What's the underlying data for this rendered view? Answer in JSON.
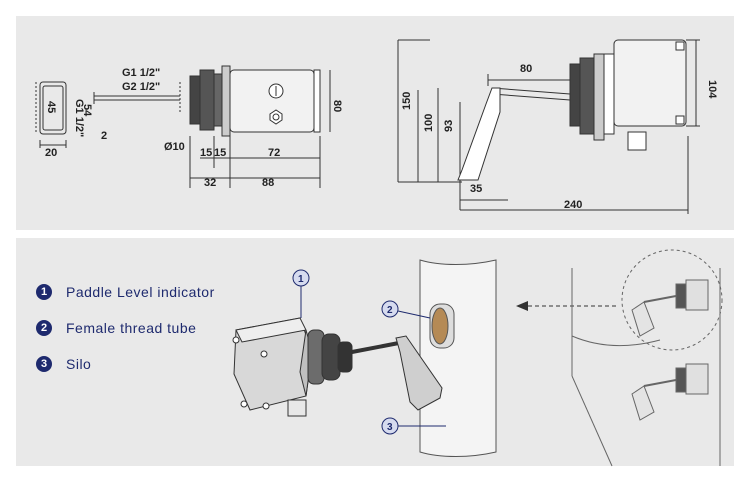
{
  "top_drawing": {
    "dims_left": {
      "g1": "G1 1/2\"",
      "g2": "G2 1/2\"",
      "d45": "45",
      "d54": "54",
      "g1_vert": "G1 1/2\"",
      "d20": "20",
      "d2": "2",
      "d10": "Ø10",
      "d15a": "15",
      "d15b": "15",
      "d72": "72",
      "d32": "32",
      "d88": "88",
      "d80": "80"
    },
    "dims_right": {
      "d80": "80",
      "d104": "104",
      "d150": "150",
      "d100": "100",
      "d93": "93",
      "d35": "35",
      "d240": "240"
    }
  },
  "legend": [
    {
      "num": "1",
      "label": "Paddle Level indicator"
    },
    {
      "num": "2",
      "label": "Female thread tube"
    },
    {
      "num": "3",
      "label": "Silo"
    }
  ],
  "callouts": {
    "c1": "1",
    "c2": "2",
    "c3": "3"
  },
  "colors": {
    "accent": "#1e2a6e",
    "panel": "#e9e9e9",
    "line": "#333333"
  }
}
